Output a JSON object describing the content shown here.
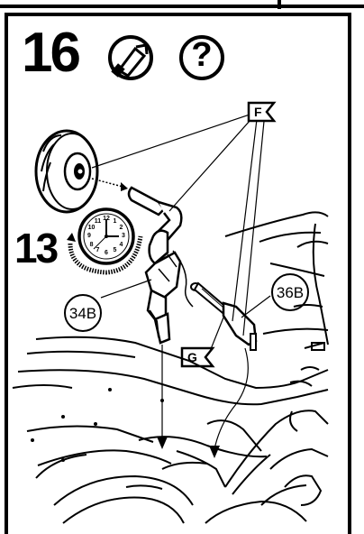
{
  "step": {
    "number": "16",
    "sub_step": "13"
  },
  "icons": {
    "glue": "glue-tube-icon",
    "help": "question-icon"
  },
  "flags": {
    "f": "F",
    "g": "G"
  },
  "callouts": {
    "part_a": "34B",
    "part_b": "36B"
  },
  "clock": {
    "numerals": [
      "12",
      "1",
      "2",
      "3",
      "4",
      "5",
      "6",
      "7",
      "8",
      "9",
      "10",
      "11"
    ]
  }
}
